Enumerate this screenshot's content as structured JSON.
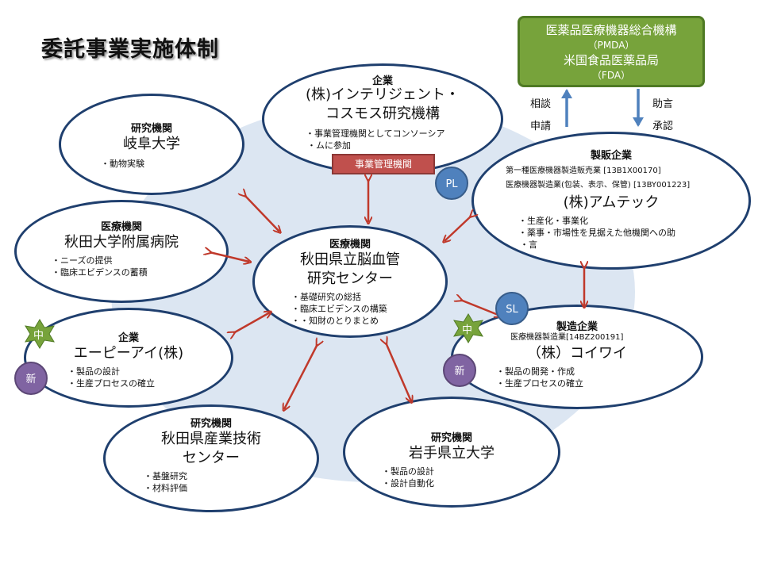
{
  "title": "委託事業実施体制",
  "management_label": "事業管理機関",
  "regulator": {
    "line1": "医薬品医療機器総合機構",
    "line2": "（PMDA）",
    "line3": "米国食品医薬品局",
    "line4": "（FDA）"
  },
  "regulator_links": {
    "left1": "相談",
    "left2": "申請",
    "right1": "助言",
    "right2": "承認"
  },
  "badges": {
    "pl": "PL",
    "sl": "SL",
    "new": "新",
    "mid": "中"
  },
  "nodes": {
    "intelligent": {
      "category": "企業",
      "name1": "(株)インテリジェント・",
      "name2": "コスモス研究機構",
      "bullet1": "事業管理機関としてコンソーシア",
      "bullet1b": "ムに参加"
    },
    "gifu": {
      "category": "研究機関",
      "name": "岐阜大学",
      "bullet1": "動物実験"
    },
    "akita_univ": {
      "category": "医療機関",
      "name": "秋田大学附属病院",
      "bullet1": "ニーズの提供",
      "bullet2": "臨床エビデンスの蓄積"
    },
    "center": {
      "category": "医療機関",
      "name1": "秋田県立脳血管",
      "name2": "研究センター",
      "bullet1": "基礎研究の総括",
      "bullet2": "臨床エビデンスの構築",
      "bullet3": "・知財のとりまとめ"
    },
    "amtec": {
      "category": "製販企業",
      "sub1": "第一種医療機器製造販売業 [13B1X00170]",
      "sub2": "医療機器製造業(包装、表示、保管) [13BY001223]",
      "name": "(株)アムテック",
      "bullet1": "生産化・事業化",
      "bullet2": "薬事・市場性を見据えた他機関への助",
      "bullet2b": "言"
    },
    "api": {
      "category": "企業",
      "name": "エーピーアイ(株)",
      "bullet1": "製品の設計",
      "bullet2": "生産プロセスの確立"
    },
    "koiwai": {
      "category": "製造企業",
      "sub1": "医療機器製造業[14BZ200191]",
      "name": "（株）コイワイ",
      "bullet1": "製品の開発・作成",
      "bullet2": "生産プロセスの確立"
    },
    "akita_tech": {
      "category": "研究機関",
      "name1": "秋田県産業技術",
      "name2": "センター",
      "bullet1": "基盤研究",
      "bullet2": "材料評価"
    },
    "iwate": {
      "category": "研究機関",
      "name": "岩手県立大学",
      "bullet1": "製品の設計",
      "bullet2": "設計自動化"
    }
  }
}
